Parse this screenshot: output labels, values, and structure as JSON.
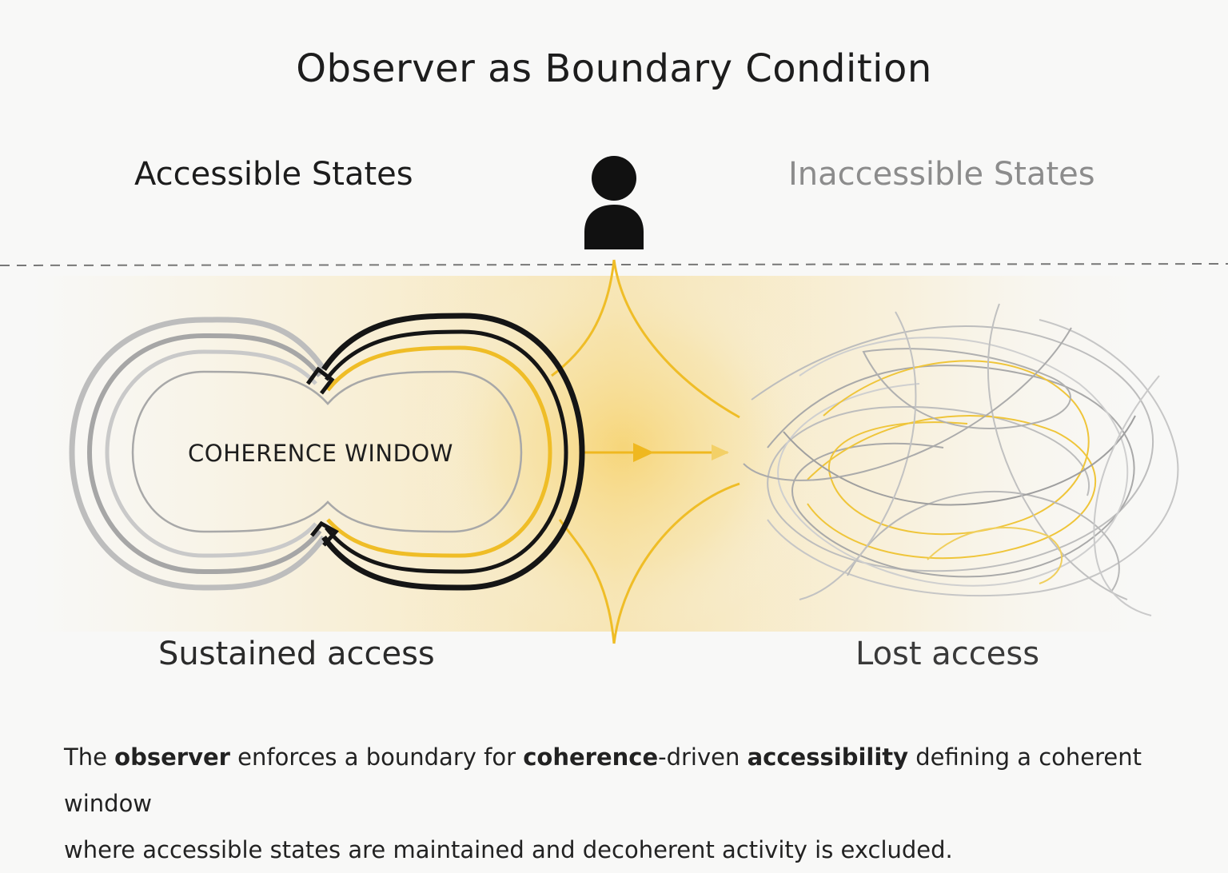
{
  "title": "Observer as Boundary Condition",
  "labels": {
    "accessible": "Accessible States",
    "inaccessible": "Inaccessible States",
    "coherence_window": "COHERENCE WINDOW",
    "sustained": "Sustained access",
    "lost": "Lost access"
  },
  "caption": {
    "p1": "The ",
    "b1": "observer",
    "p2": " enforces a boundary for ",
    "b2": "coherence",
    "p3": "-driven ",
    "b3": "accessibility",
    "p4": " defining a coherent window",
    "line2": "where accessible states are maintained and decoherent activity is excluded."
  },
  "colors": {
    "accent": "#f2c12e",
    "dark": "#151515",
    "grey": "#a9a9a9"
  },
  "icons": [
    "observer-person-icon",
    "arrow-right-icon"
  ]
}
